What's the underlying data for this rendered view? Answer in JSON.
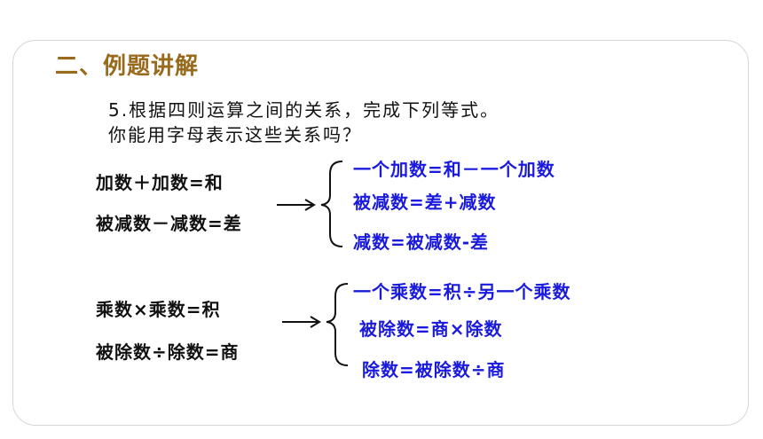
{
  "section": {
    "title": "二、例题讲解"
  },
  "question": {
    "line1": "5.根据四则运算之间的关系，完成下列等式。",
    "line2": "你能用字母表示这些关系吗？"
  },
  "group_add_sub": {
    "formulas": [
      "加数＋加数=和",
      "被减数－减数=差"
    ],
    "derived": [
      "一个加数=和－一个加数",
      "被减数=差+减数",
      "减数=被减数-差"
    ]
  },
  "group_mul_div": {
    "formulas": [
      "乘数×乘数=积",
      "被除数÷除数=商"
    ],
    "derived": [
      "一个乘数=积÷另一个乘数",
      "被除数=商×除数",
      "除数=被除数÷商"
    ]
  },
  "colors": {
    "title": "#9a6a1c",
    "text": "#111111",
    "answer": "#1a1adc",
    "frame": "#d6d6d6"
  }
}
